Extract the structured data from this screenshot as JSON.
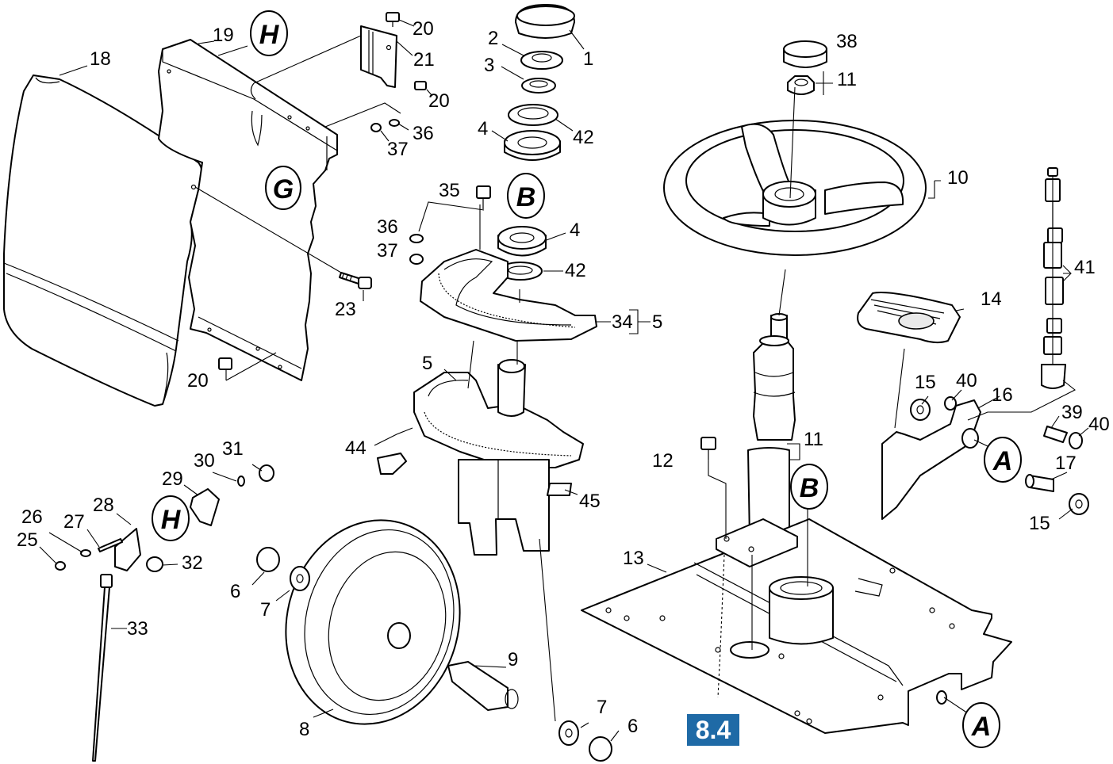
{
  "callouts": {
    "c1": "1",
    "c2": "2",
    "c3": "3",
    "c4a": "4",
    "c4b": "4",
    "c5a": "5",
    "c5b": "5",
    "c6a": "6",
    "c6b": "6",
    "c7a": "7",
    "c7b": "7",
    "c8": "8",
    "c9": "9",
    "c10": "10",
    "c11a": "11",
    "c11b": "11",
    "c12": "12",
    "c13": "13",
    "c14": "14",
    "c15a": "15",
    "c15b": "15",
    "c16": "16",
    "c17": "17",
    "c18": "18",
    "c19": "19",
    "c20a": "20",
    "c20b": "20",
    "c20c": "20",
    "c21": "21",
    "c23": "23",
    "c25": "25",
    "c26": "26",
    "c27": "27",
    "c28": "28",
    "c29": "29",
    "c30": "30",
    "c31": "31",
    "c32": "32",
    "c33": "33",
    "c34": "34",
    "c35": "35",
    "c36a": "36",
    "c36b": "36",
    "c37a": "37",
    "c37b": "37",
    "c38": "38",
    "c39": "39",
    "c40a": "40",
    "c40b": "40",
    "c41": "41",
    "c42a": "42",
    "c42b": "42",
    "c44": "44",
    "c45": "45"
  },
  "markers": {
    "h_top": "H",
    "h_mid": "H",
    "g": "G",
    "b_top": "B",
    "b_mid": "B",
    "a_right": "A",
    "a_bottom": "A"
  },
  "reference_badge": {
    "label": "8.4",
    "color": "#1f6aa6"
  }
}
